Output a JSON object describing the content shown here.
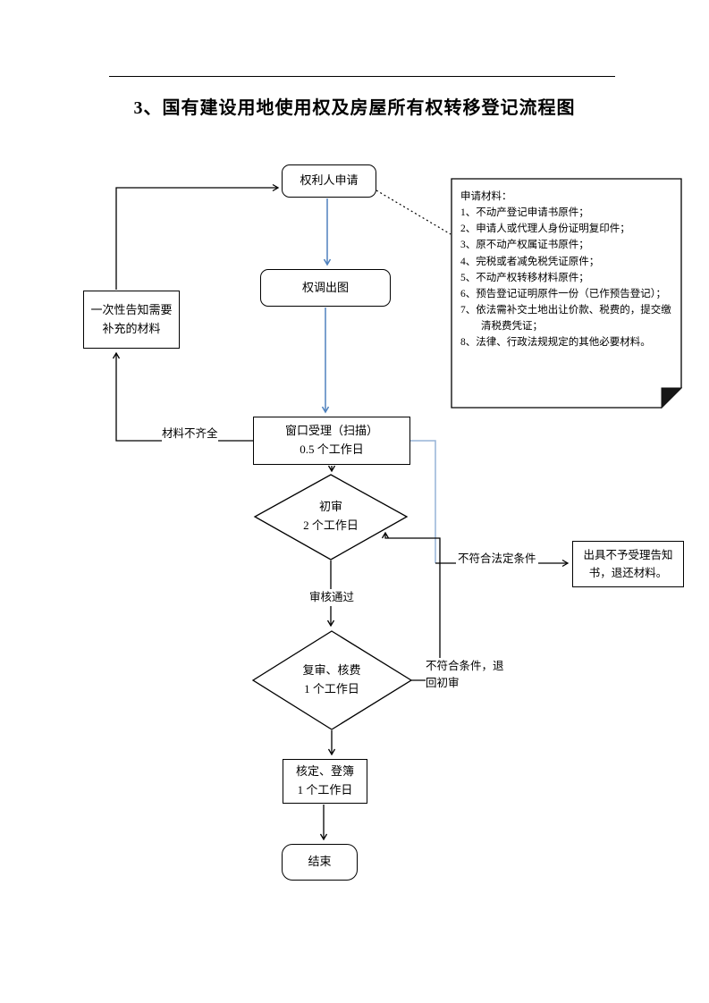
{
  "page": {
    "title": "3、国有建设用地使用权及房屋所有权转移登记流程图"
  },
  "colors": {
    "connector_blue": "#4f81bd",
    "connector_light_blue": "#95b3d7",
    "line_black": "#000000",
    "note_fold": "#161616"
  },
  "nodes": {
    "apply": {
      "label": "权利人申请"
    },
    "survey": {
      "label": "权调出图"
    },
    "notify": {
      "line1": "一次性告知需要",
      "line2": "补充的材料"
    },
    "window": {
      "line1": "窗口受理（扫描）",
      "line2": "0.5 个工作日"
    },
    "first_review": {
      "line1": "初审",
      "line2": "2 个工作日"
    },
    "second_review": {
      "line1": "复审、核费",
      "line2": "1 个工作日"
    },
    "reject": {
      "line1": "出具不予受理告知",
      "line2": "书，退还材料。"
    },
    "record": {
      "line1": "核定、登簿",
      "line2": "1 个工作日"
    },
    "end": {
      "label": "结束"
    }
  },
  "edge_labels": {
    "incomplete": "材料不齐全",
    "approved": "审核通过",
    "not_qualified": "不符合法定条件",
    "fail_back": "不符合条件，退回初审"
  },
  "materials_note": {
    "title": "申请材料：",
    "items": [
      "1、不动产登记申请书原件；",
      "2、申请人或代理人身份证明复印件；",
      "3、原不动产权属证书原件；",
      "4、完税或者减免税凭证原件；",
      "5、不动产权转移材料原件；",
      "6、预告登记证明原件一份（已作预告登记）；",
      "7、依法需补交土地出让价款、税费的，提交缴清税费凭证；",
      "8、法律、行政法规规定的其他必要材料。"
    ]
  }
}
